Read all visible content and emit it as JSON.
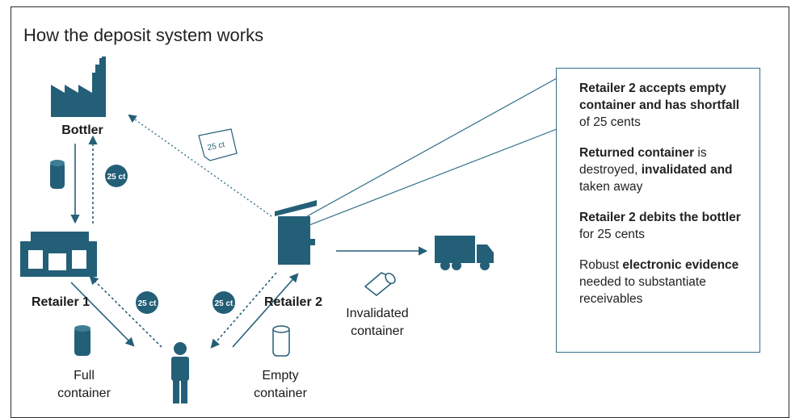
{
  "title": "How the deposit system works",
  "nodes": {
    "bottler": "Bottler",
    "retailer1": "Retailer 1",
    "retailer2": "Retailer 2",
    "full_container_line1": "Full",
    "full_container_line2": "container",
    "empty_container_line1": "Empty",
    "empty_container_line2": "container",
    "invalidated_line1": "Invalidated",
    "invalidated_line2": "container"
  },
  "coin_label": "25 ct",
  "receipt_label": "25 ct",
  "infobox": {
    "p1_bold": "Retailer 2 accepts empty container and has shortfall",
    "p1_rest": " of 25 cents",
    "p2_bold1": "Returned container",
    "p2_mid": " is destroyed, ",
    "p2_bold2": "invalidated and",
    "p2_rest": " taken away",
    "p3_bold": "Retailer 2 debits the bottler",
    "p3_rest": " for 25 cents",
    "p4_pre": "Robust ",
    "p4_bold": "electronic evidence",
    "p4_rest": " needed to substantiate receivables"
  },
  "colors": {
    "primary": "#245f78",
    "box_border": "#2f6f86"
  }
}
